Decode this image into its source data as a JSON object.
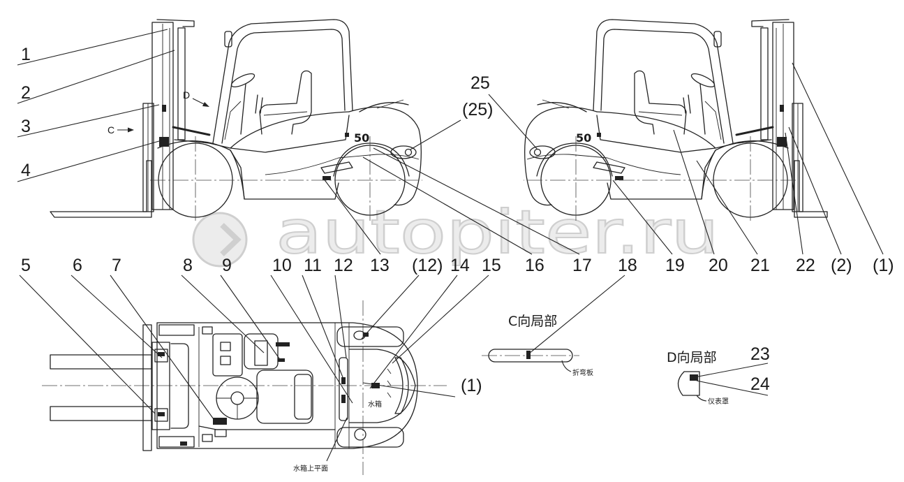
{
  "diagram": {
    "left_callouts": [
      "1",
      "2",
      "3",
      "4"
    ],
    "row_callouts": [
      "5",
      "6",
      "7",
      "8",
      "9",
      "10",
      "11",
      "12",
      "13",
      "(12)",
      "14",
      "15",
      "16",
      "17",
      "18",
      "19",
      "20",
      "21",
      "22",
      "(2)",
      "(1)"
    ],
    "side_callouts": [
      "25",
      "(25)"
    ],
    "top_view_callout": "(1)",
    "view_arrow_c": "C",
    "view_arrow_d": "D",
    "truck_badge": "50",
    "detail_c": {
      "title": "C向局部",
      "note": "折弯板"
    },
    "detail_d": {
      "title": "D向局部",
      "note": "仪表罩",
      "callouts": [
        "23",
        "24"
      ]
    },
    "top_view_notes": {
      "tank": "水箱",
      "tank_top": "水箱上平面"
    }
  },
  "watermark": {
    "text": "autopiter.ru"
  },
  "colors": {
    "line": "#222222",
    "background": "#ffffff",
    "watermark": "#d4d4d4"
  }
}
